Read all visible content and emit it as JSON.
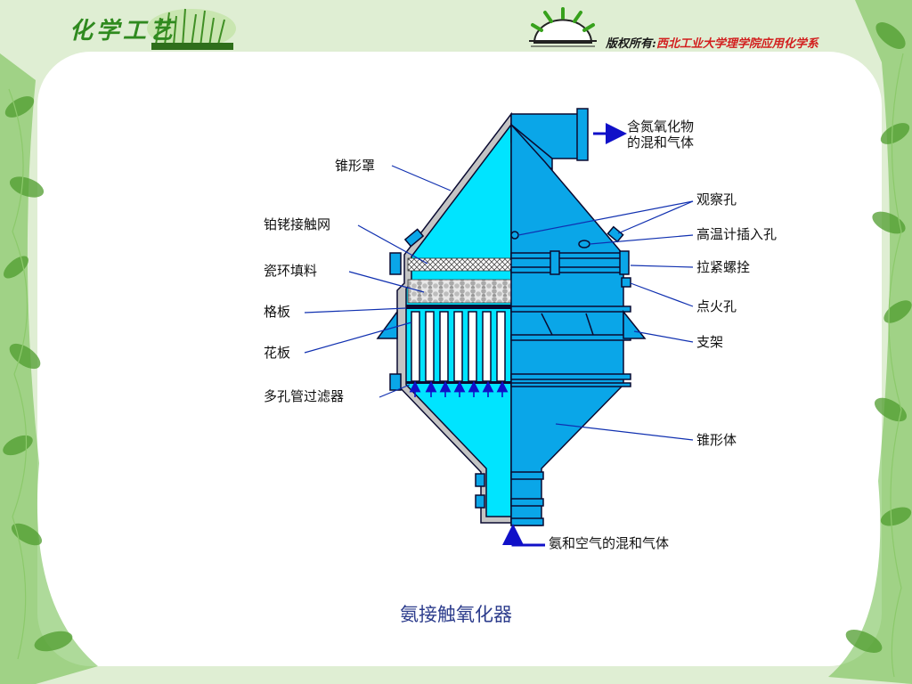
{
  "header": {
    "left_title": "化学工艺",
    "copyright_prefix": "版权所有:",
    "copyright_institution": "西北工业大学理学院应用化学系"
  },
  "diagram": {
    "labels": {
      "cone_hood": "锥形罩",
      "pt_rh_gauze": "铂铑接触网",
      "ceramic_rings": "瓷环填料",
      "grid_plate": "格板",
      "flower_plate": "花板",
      "porous_filter": "多孔管过滤器",
      "outlet_line1": "含氮氧化物",
      "outlet_line2": "的混和气体",
      "sight_hole": "观察孔",
      "thermometer_hole": "高温计插入孔",
      "tension_bolt": "拉紧螺拴",
      "ignition_hole": "点火孔",
      "support": "支架",
      "cone_body": "锥形体",
      "inlet": "氨和空气的混和气体"
    },
    "caption": "氨接触氧化器"
  },
  "colors": {
    "light_cyan": "#00e4ff",
    "mid_blue": "#0aa6e8",
    "outline": "#0a0a30",
    "wall_gray": "#c4c4c4",
    "arrow_blue": "#1010c8",
    "leader_blue": "#1030b0",
    "leaf_green": "#5fae3a",
    "caption_blue": "#2c3c8c"
  }
}
